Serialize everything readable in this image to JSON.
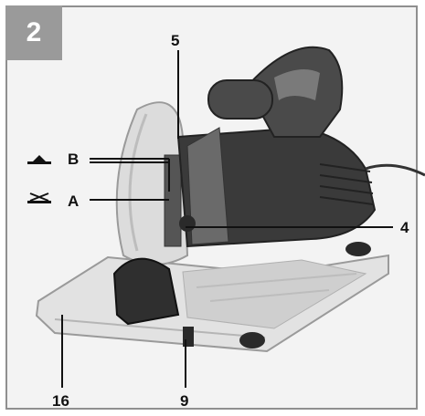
{
  "figure": {
    "number": "2"
  },
  "callouts": {
    "label_5": "5",
    "label_b": "B",
    "label_a": "A",
    "label_4": "4",
    "label_16": "16",
    "label_9": "9"
  },
  "colors": {
    "badge": "#9a9a9a",
    "frame": "#8f8f8f",
    "saw_body": "#3a3a3a",
    "base_plate": "#e2e2e2",
    "blade_guard": "#d9d9d9"
  },
  "icons": {
    "mode_b": "blade-guard-raised-icon",
    "mode_a": "blade-guard-lowered-icon"
  }
}
